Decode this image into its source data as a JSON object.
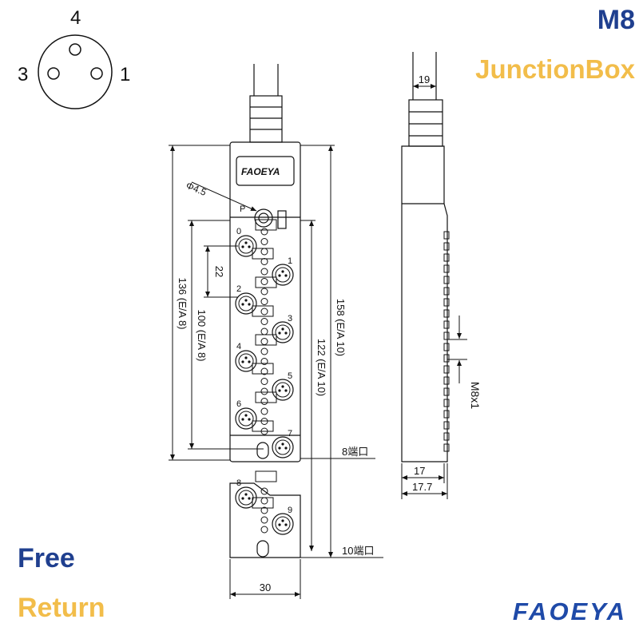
{
  "header": {
    "line1": "M8",
    "line2": "JunctionBox"
  },
  "footer": {
    "line1": "Free",
    "line2": "Return",
    "brand": "FAOEYA"
  },
  "pinout": {
    "pin_top": "4",
    "pin_left": "3",
    "pin_right": "1"
  },
  "front_view": {
    "label_brand": "FAOEYA",
    "dim_hole": "Φ4.5",
    "label_p": "P",
    "port_numbers": [
      "0",
      "1",
      "2",
      "3",
      "4",
      "5",
      "6",
      "7"
    ],
    "ext_port_numbers": [
      "8",
      "9"
    ],
    "dim_pitch": "22",
    "dim_100": "100 (E/A 8)",
    "dim_136": "136 (E/A 8)",
    "dim_122": "122 (E/A 10)",
    "dim_158": "158 (E/A 10)",
    "label_8port": "8端口",
    "label_10port": "10端口",
    "dim_width": "30"
  },
  "side_view": {
    "dim_cable": "19",
    "dim_thread": "M8x1",
    "dim_17": "17",
    "dim_177": "17.7"
  },
  "colors": {
    "navy": "#1f3f8f",
    "gold": "#f2bd4a",
    "brand_blue": "#1f4aa8"
  }
}
